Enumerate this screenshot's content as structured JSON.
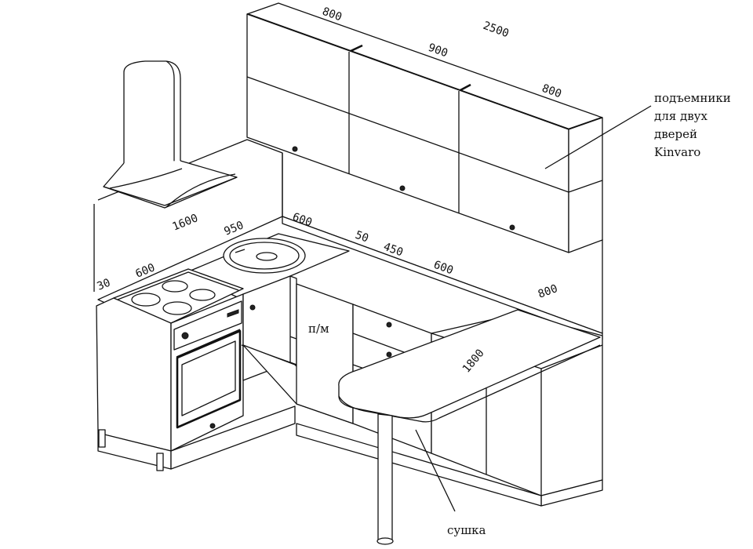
{
  "dimensions": {
    "wall_left_1600": "1600",
    "hood_width_950": "950",
    "stove_600": "600",
    "sink_600": "600",
    "gap_50": "50",
    "dishwasher_450": "450",
    "base_600": "600",
    "corner_800": "800",
    "left_edge_30": "30",
    "bar_1800": "1800",
    "upper_800_left": "800",
    "upper_900": "900",
    "upper_800_right": "800",
    "total_2500": "2500"
  },
  "annotations": {
    "lifters_line1": "подъемники",
    "lifters_line2": "для двух",
    "lifters_line3": "дверей",
    "lifters_line4": "Kinvaro",
    "dishwasher": "п/м",
    "dryer": "сушка"
  }
}
